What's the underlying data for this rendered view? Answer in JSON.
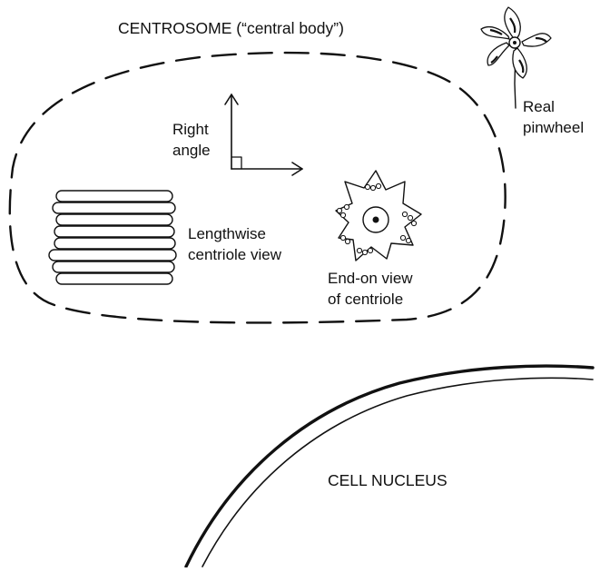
{
  "labels": {
    "title": "CENTROSOME (“central body”)",
    "right_angle": "Right\nangle",
    "lengthwise": "Lengthwise\ncentriole view",
    "end_on": "End-on view\nof centriole",
    "pinwheel": "Real\npinwheel",
    "nucleus": "CELL NUCLEUS"
  },
  "colors": {
    "ink": "#111111",
    "background": "#ffffff"
  }
}
